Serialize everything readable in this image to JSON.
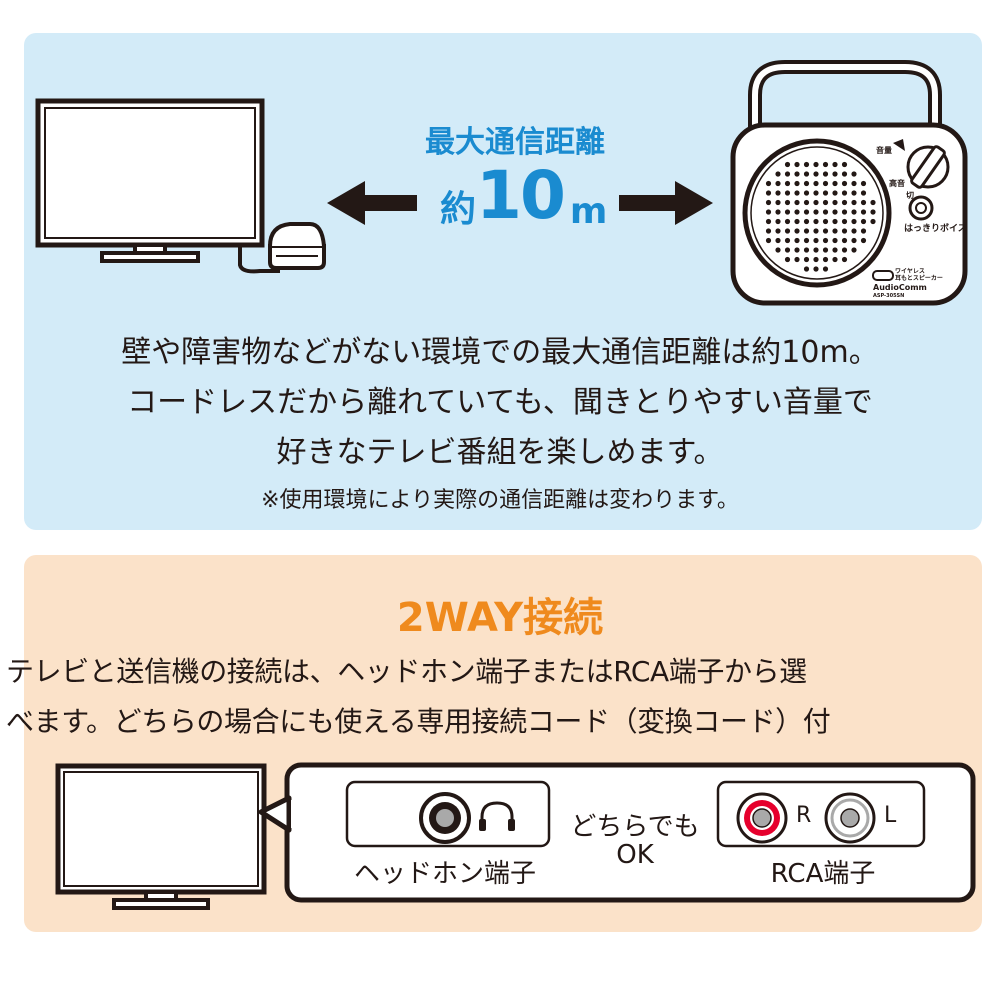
{
  "top": {
    "heading": "最大通信距離",
    "distance_prefix": "約",
    "distance_number": "10",
    "distance_unit": "m",
    "speaker_labels": {
      "volume": "音量",
      "tone": "高音",
      "off": "切",
      "clear_voice": "はっきりボイス",
      "product_name": "ワイヤレス\n耳もとスピーカー",
      "brand": "AudioComm",
      "model": "ASP-305SN"
    },
    "description_lines": [
      "壁や障害物などがない環境での最大通信距離は約10m。",
      "コードレスだから離れていても、聞きとりやすい音量で",
      "好きなテレビ番組を楽しめます。"
    ],
    "note": "※使用環境により実際の通信距離は変わります。"
  },
  "bottom": {
    "title": "2WAY接続",
    "description_lines": [
      "テレビと送信機の接続は、ヘッドホン端子またはRCA端子から選",
      "べます。どちらの場合にも使える専用接続コード（変換コード）付"
    ],
    "headphone_label": "ヘッドホン端子",
    "either_ok_line1": "どちらでも",
    "either_ok_line2": "OK",
    "rca_label": "RCA端子",
    "rca_r": "R",
    "rca_l": "L"
  },
  "colors": {
    "top_background": "#d3ebf8",
    "bottom_background": "#fbe2c9",
    "heading_blue": "#1a8bd0",
    "title_orange": "#ef8a1d",
    "rca_red": "#e6002d",
    "rca_white": "#a9a9a9"
  }
}
